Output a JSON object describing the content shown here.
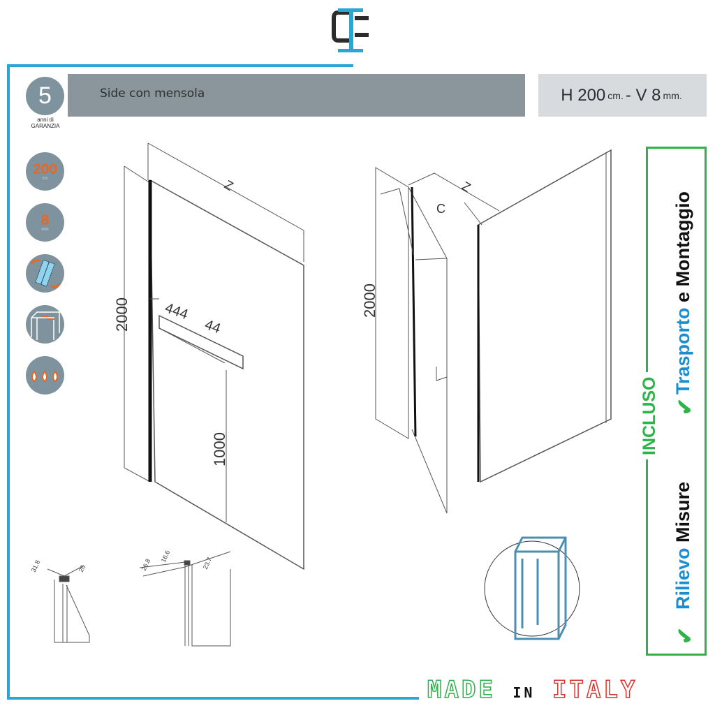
{
  "header": {
    "title": "Side con mensola",
    "spec_h": "H 200",
    "spec_h_unit": "cm.",
    "spec_sep": "- V 8",
    "spec_v_unit": "mm."
  },
  "badges": {
    "warranty_years": "5",
    "warranty_line1": "anni di",
    "warranty_line2": "GARANZIA",
    "height_value": "200",
    "height_unit": "cm",
    "thickness_value": "8",
    "thickness_unit": "mm"
  },
  "icons": [
    "logo-icon",
    "reversible-door-icon",
    "shelf-icon",
    "drops-icon",
    "shower-box-icon",
    "check-icon"
  ],
  "drawing_left": {
    "depth": "Z",
    "height": "2000",
    "shelf_length": "444",
    "shelf_depth": "44",
    "shelf_height": "1000"
  },
  "drawing_right": {
    "depth": "Z",
    "opening": "C",
    "height": "2000"
  },
  "details": {
    "d1a": "31.8",
    "d1b": "26",
    "d2a": "16.6",
    "d2b": "26.8",
    "d2c": "23.7"
  },
  "included": {
    "word1": "Trasporto",
    "word2": "e Montaggio",
    "label": "INCLUSO",
    "word3": "Rilievo",
    "word4": "Misure"
  },
  "footer": {
    "made": "MADE",
    "in": "IN",
    "italy": "ITALY"
  },
  "colors": {
    "frame": "#2aa6d6",
    "green": "#2db34a",
    "blue": "#1a8fd0",
    "red": "#d9342b",
    "orange": "#e06a2c"
  }
}
